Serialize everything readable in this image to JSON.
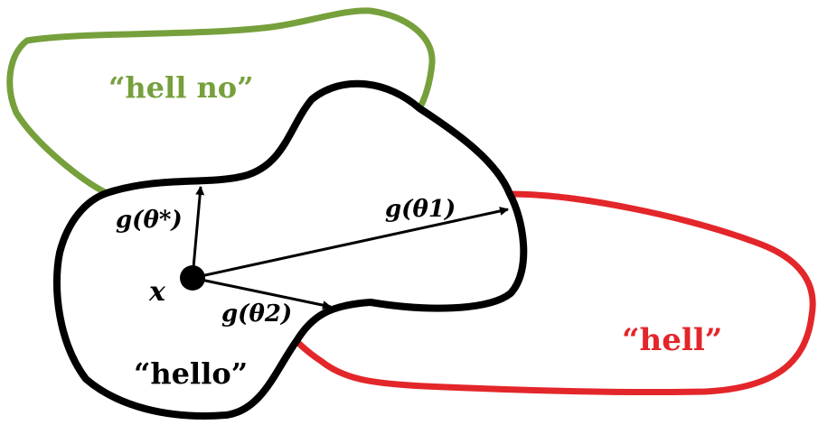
{
  "regions": {
    "hello": {
      "label": "“hello”",
      "color": "#000000"
    },
    "hell_no": {
      "label": "“hell no”",
      "color": "#76a03c"
    },
    "hell": {
      "label": "“hell”",
      "color": "#e3262a"
    }
  },
  "point": {
    "label": "x",
    "color": "#000000"
  },
  "vectors": [
    {
      "id": "theta-star",
      "label": "g(θ*)"
    },
    {
      "id": "theta-1",
      "label": "g(θ1)"
    },
    {
      "id": "theta-2",
      "label": "g(θ2)"
    }
  ]
}
